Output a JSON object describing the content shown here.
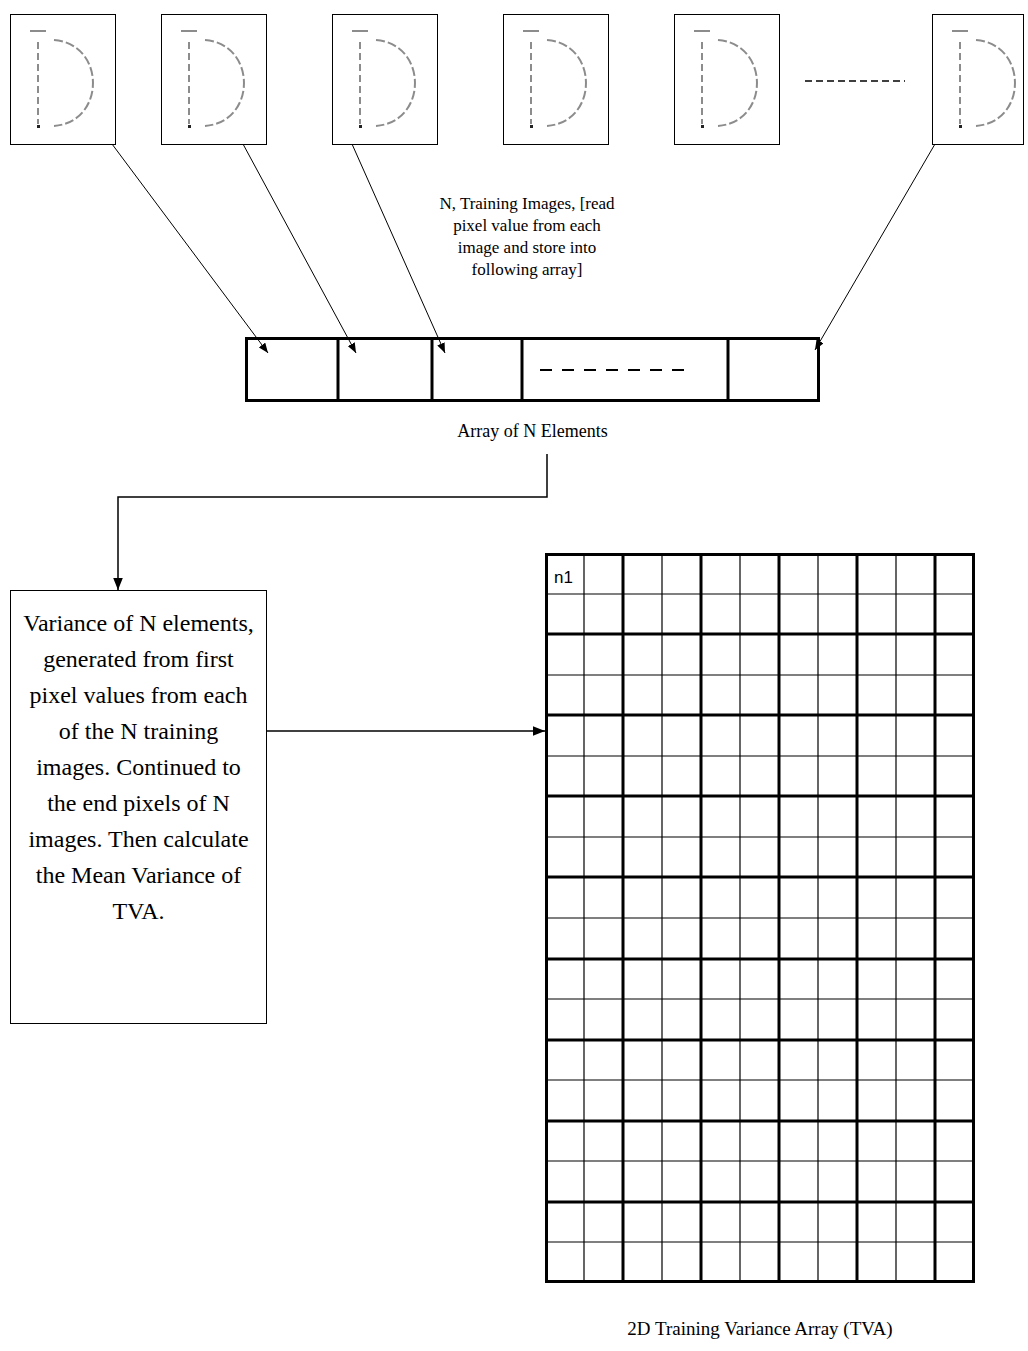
{
  "diagram": {
    "nodes": [
      {
        "text": [
          "Array of N Elements"
        ]
      },
      {
        "text": [
          "Variance of N elements, generated from first pixel values from each of the N training images. Continued to the end pixels of N images. Then calculate the Mean Variance of TVA."
        ]
      },
      {
        "text": [
          "n1",
          "2D Training Variance Array (TVA)"
        ]
      }
    ],
    "edges": [
      {
        "from": 0,
        "to": 1,
        "arrow": "to"
      },
      {
        "from": 1,
        "to": 2,
        "arrow": "to"
      }
    ],
    "labels": [
      "N, Training Images, [read pixel value from each image and store into following array]"
    ]
  }
}
